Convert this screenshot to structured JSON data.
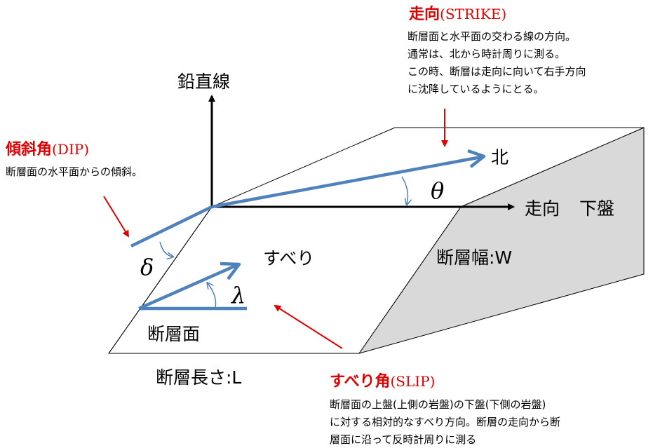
{
  "labels": {
    "vertical": "鉛直線",
    "north": "北",
    "strike_axis": "走向",
    "footwall": "下盤",
    "slip": "すべり",
    "fault_width": "断層幅:W",
    "fault_plane": "断層面",
    "fault_length": "断層長さ:L",
    "theta": "θ",
    "delta": "δ",
    "lambda": "λ"
  },
  "strike": {
    "title_jp": "走向",
    "title_en": "(STRIKE)",
    "lines": [
      "断層面と水平面の交わる線の方向。",
      "通常は、北から時計周りに測る。",
      "この時、断層は走向に向いて右手方向",
      "に沈降しているようにとる。"
    ]
  },
  "dip": {
    "title_jp": "傾斜角",
    "title_en": "(DIP)",
    "lines": [
      "断層面の水平面からの傾斜。"
    ]
  },
  "slip_angle": {
    "title_jp": "すべり角",
    "title_en": "(SLIP)",
    "lines": [
      "断層面の上盤(上側の岩盤)の下盤(下側の岩盤)",
      "に対する相対的なすべり方向。断層の走向から断",
      "層面に沿って反時計周りに測る"
    ]
  },
  "colors": {
    "accent_red": "#e00000",
    "vector_blue": "#4f81bd",
    "face_gray": "#d9d9d9"
  }
}
